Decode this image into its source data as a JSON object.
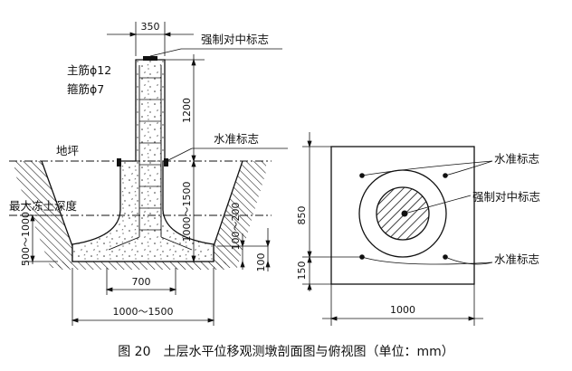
{
  "labels": {
    "forced_centering_mark": "强制对中标志",
    "main_rebar": "主筋ϕ12",
    "stirrup": "箍筋ϕ7",
    "level_mark": "水准标志",
    "ground": "地坪",
    "max_frost_depth": "最大冻土深度"
  },
  "section_dims": {
    "top_width": "350",
    "pillar_height": "1200",
    "buried_depth": "1000～1500",
    "base_below_frost": "500～1000",
    "base_thickness_range": "100～200",
    "base_thickness": "100",
    "base_width": "700",
    "pit_width": "1000～1500"
  },
  "plan_labels": {
    "level_mark_top": "水准标志",
    "forced_centering_mark": "强制对中标志",
    "level_mark_bottom": "水准标志"
  },
  "plan_dims": {
    "height_upper": "850",
    "height_lower": "150",
    "width": "1000"
  },
  "caption": "图 20　土层水平位移观测墩剖面图与俯视图（单位：mm）"
}
